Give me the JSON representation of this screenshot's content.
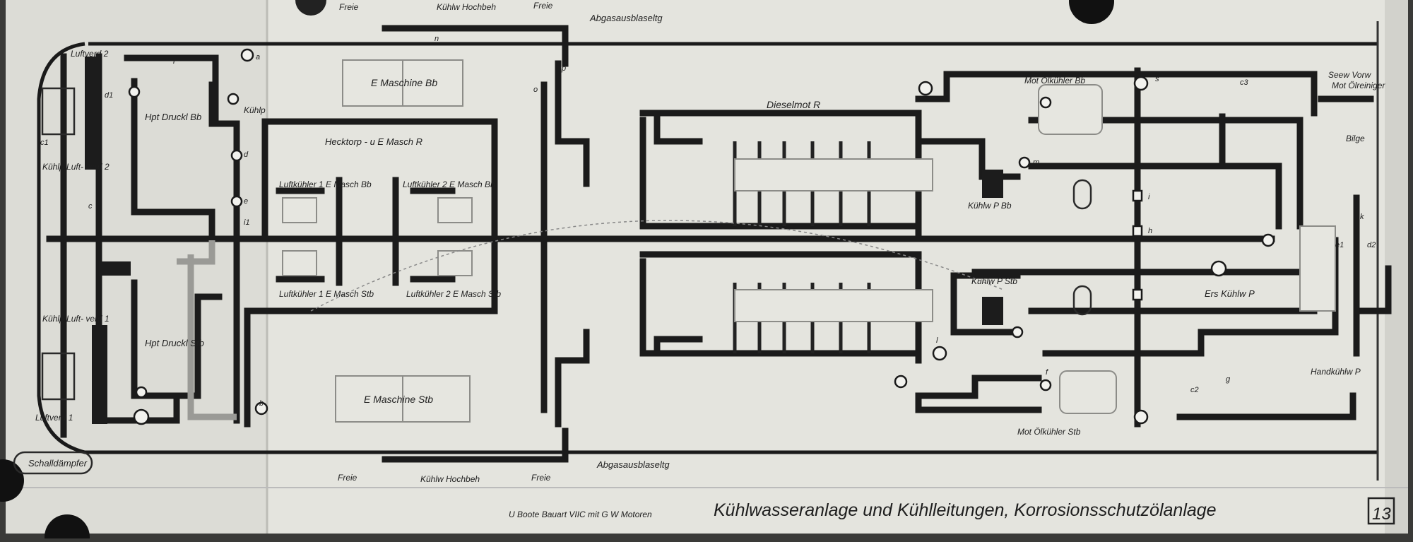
{
  "diagram": {
    "caption": "Kühlwasseranlage und Kühlleitungen, Korrosionsschutzölanlage",
    "subcaption": "U Boote Bauart VIIC mit G W Motoren",
    "sheet_number": "13"
  },
  "labels": {
    "freie_top": "Freie",
    "kuehlw_hochbeh_top": "Kühlw Hochbeh",
    "freie_top2": "Freie",
    "abgas_top": "Abgasausblaseltg",
    "luftverd2": "Luftverd 2",
    "hpt_druckl_bb": "Hpt Druckl Bb",
    "kuehlp_top": "Kühlp",
    "kuehlp_luftverd2": "Kühlp Luft- verd 2",
    "e_maschine_bb": "E Maschine Bb",
    "hecktorp": "Hecktorp - u E Masch R",
    "luftkuehler1_bb": "Luftkühler 1 E Masch Bb",
    "luftkuehler2_bb": "Luftkühler 2 E Masch Bb",
    "luftkuehler1_stb": "Luftkühler 1 E Masch Stb",
    "luftkuehler2_stb": "Luftkühler 2 E Masch Stb",
    "kuehlp_luftverd1": "Kühlp Luft- verd 1",
    "hpt_druckl_stb": "Hpt Druckl Stb",
    "luftverd1": "Luftverd 1",
    "e_maschine_stb": "E Maschine Stb",
    "schalldaempfer": "Schalldämpfer",
    "freie_bottom": "Freie",
    "kuehlw_hochbeh_bottom": "Kühlw Hochbeh",
    "freie_bottom2": "Freie",
    "abgas_bottom": "Abgasausblaseltg",
    "dieselmot_r": "Dieselmot R",
    "mot_oelkuehler_bb": "Mot Ölkühler Bb",
    "kuehlw_p_bb": "Kühlw P Bb",
    "kuehlw_p_stb": "Kühlw P Stb",
    "mot_oelkuehler_stb": "Mot Ölkühler Stb",
    "seew_vorw": "Seew Vorw",
    "mot_oelreiniger": "Mot Ölreiniger",
    "bilge": "Bilge",
    "ers_kuehlw_p": "Ers Kühlw P",
    "handkuehlw_p": "Handkühlw P"
  },
  "valve_letters": {
    "a": "a",
    "b": "b",
    "c": "c",
    "c1": "c1",
    "c2": "c2",
    "c3": "c3",
    "d": "d",
    "d1": "d1",
    "d2": "d2",
    "e": "e",
    "e1": "e1",
    "f": "f",
    "g": "g",
    "h": "h",
    "i": "i",
    "i1": "i1",
    "k": "k",
    "l": "l",
    "m": "m",
    "n": "n",
    "o": "o",
    "p": "p",
    "r": "r",
    "s": "s"
  }
}
